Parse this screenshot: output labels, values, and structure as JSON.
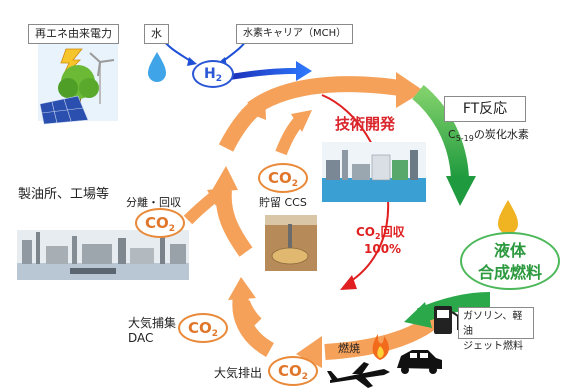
{
  "labels": {
    "renewable": "再エネ由来電力",
    "water": "水",
    "hydrogen_carrier": "水素キャリア（MCH）",
    "h2_main": "H",
    "h2_sub": "2",
    "ft_reaction": "FT反応",
    "hydrocarbons_pre": "C",
    "hydrocarbons_sub": "5-19",
    "hydrocarbons_post": "の炭化水素",
    "tech_dev": "技術開発",
    "co2_recovery_main": "CO",
    "co2_recovery_sub": "2",
    "co2_recovery_post": "回収",
    "recovery_percent": "100%",
    "refinery": "製油所、工場等",
    "separation": "分離・回収",
    "storage": "貯留 CCS",
    "liquid_fuel_line1": "液体",
    "liquid_fuel_line2": "合成燃料",
    "fuel_types_line1": "ガソリン、軽油",
    "fuel_types_line2": "ジェット燃料",
    "combustion": "燃焼",
    "dac_line1": "大気捕集",
    "dac_line2": "DAC",
    "emission": "大気排出",
    "co2_main": "CO",
    "co2_sub": "2"
  },
  "icons": [
    "wind-turbine-icon",
    "solar-panel-icon",
    "tree-icon",
    "water-drop-icon",
    "lightning-icon",
    "factory-icon",
    "storage-tank-icon",
    "fuel-drop-icon",
    "fuel-pump-icon",
    "fire-icon",
    "car-icon",
    "airplane-icon",
    "plant-icon"
  ],
  "colors": {
    "orange_arrow": "#f5a15a",
    "green_arrow": "#2aa84a",
    "blue_arrow": "#1d4fd6",
    "red_arrow": "#e02020",
    "tech_text": "#d9252b",
    "liquid_text": "#2e9a40"
  }
}
